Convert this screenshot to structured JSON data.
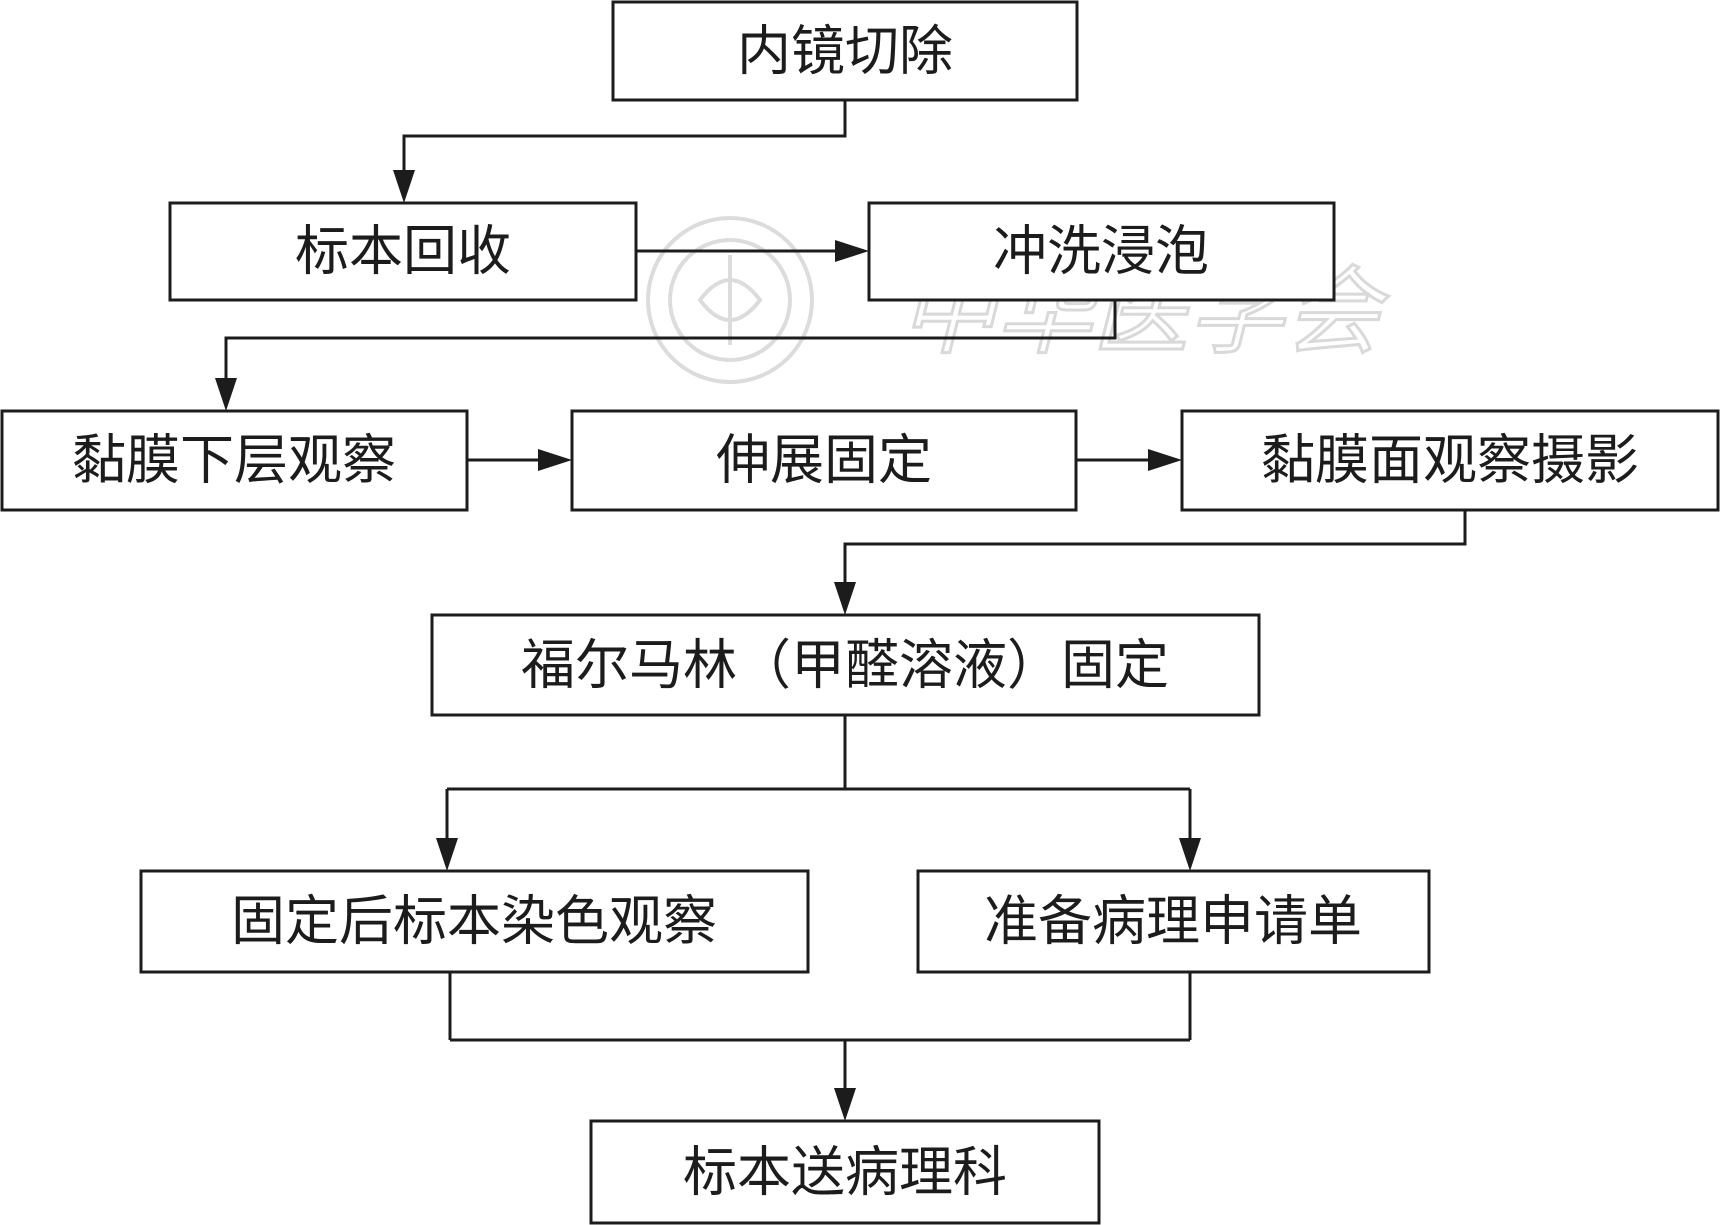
{
  "nodes": {
    "endoscopic_resection": "内镜切除",
    "specimen_retrieval": "标本回收",
    "rinse_soak": "冲洗浸泡",
    "submucosa_observation": "黏膜下层观察",
    "stretch_fix": "伸展固定",
    "mucosa_observation_photo": "黏膜面观察摄影",
    "formalin_fixation": "福尔马林（甲醛溶液）固定",
    "post_fix_staining": "固定后标本染色观察",
    "pathology_request": "准备病理申请单",
    "send_to_pathology": "标本送病理科"
  },
  "edges": [
    {
      "from": "内镜切除",
      "to": "标本回收"
    },
    {
      "from": "标本回收",
      "to": "冲洗浸泡"
    },
    {
      "from": "冲洗浸泡",
      "to": "黏膜下层观察"
    },
    {
      "from": "黏膜下层观察",
      "to": "伸展固定"
    },
    {
      "from": "伸展固定",
      "to": "黏膜面观察摄影"
    },
    {
      "from": "黏膜面观察摄影",
      "to": "福尔马林（甲醛溶液）固定"
    },
    {
      "from": "福尔马林（甲醛溶液）固定",
      "to": "固定后标本染色观察"
    },
    {
      "from": "福尔马林（甲醛溶液）固定",
      "to": "准备病理申请单"
    },
    {
      "from": "固定后标本染色观察",
      "to": "标本送病理科"
    },
    {
      "from": "准备病理申请单",
      "to": "标本送病理科"
    }
  ],
  "watermark": {
    "text": "中华医学会",
    "color": "#d9d9d9"
  },
  "colors": {
    "line": "#1c1c1c",
    "background": "#ffffff"
  }
}
